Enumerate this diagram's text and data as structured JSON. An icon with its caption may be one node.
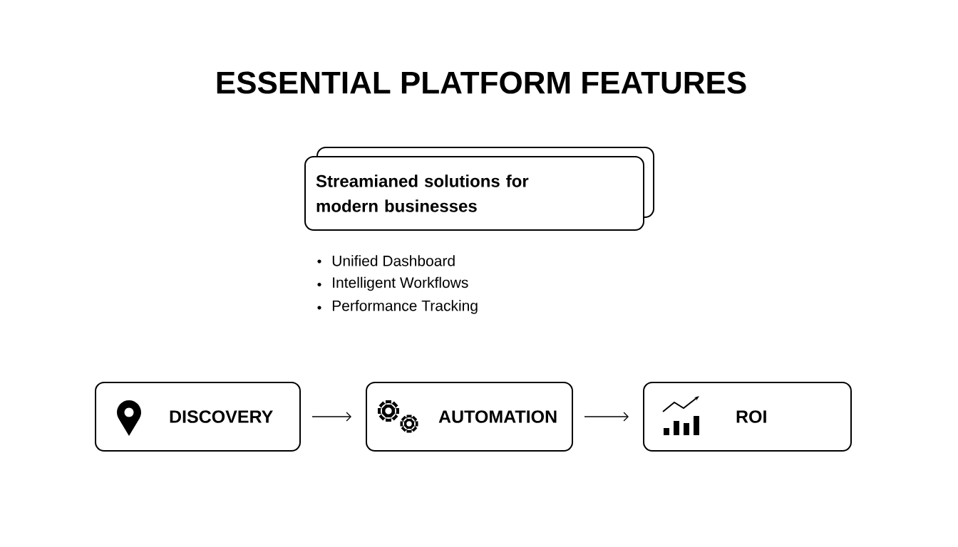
{
  "diagram": {
    "title": "ESSENTIAL PLATFORM FEATURES",
    "nodes": [
      {
        "text": [
          "Streamianed solutions for modern businesses"
        ]
      },
      {
        "text": [
          "DISCOVERY"
        ]
      },
      {
        "text": [
          "AUTOMATION"
        ]
      },
      {
        "text": [
          "ROI"
        ]
      }
    ],
    "edges": [
      {
        "from": 1,
        "to": 2,
        "arrow": "to"
      },
      {
        "from": 2,
        "to": 3,
        "arrow": "to"
      }
    ],
    "labels": [
      "Unified Dashboard",
      "Intelligent Workflows",
      "Performance Tracking"
    ]
  }
}
